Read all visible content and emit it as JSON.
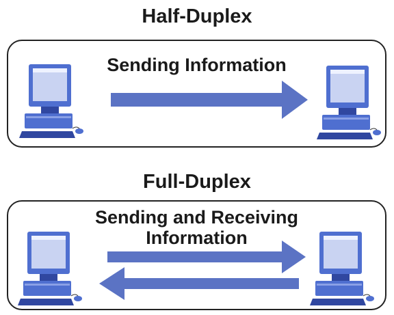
{
  "half_duplex": {
    "title": "Half-Duplex",
    "caption": "Sending Information"
  },
  "full_duplex": {
    "title": "Full-Duplex",
    "caption_line1": "Sending and Receiving",
    "caption_line2": "Information"
  },
  "colors": {
    "arrow": "#5b73c4",
    "computer": "#4f6fd0",
    "computer_dark": "#3047a0",
    "screen": "#c9d3f2"
  },
  "icons": [
    "computer-icon",
    "right-arrow-icon",
    "left-arrow-icon"
  ]
}
